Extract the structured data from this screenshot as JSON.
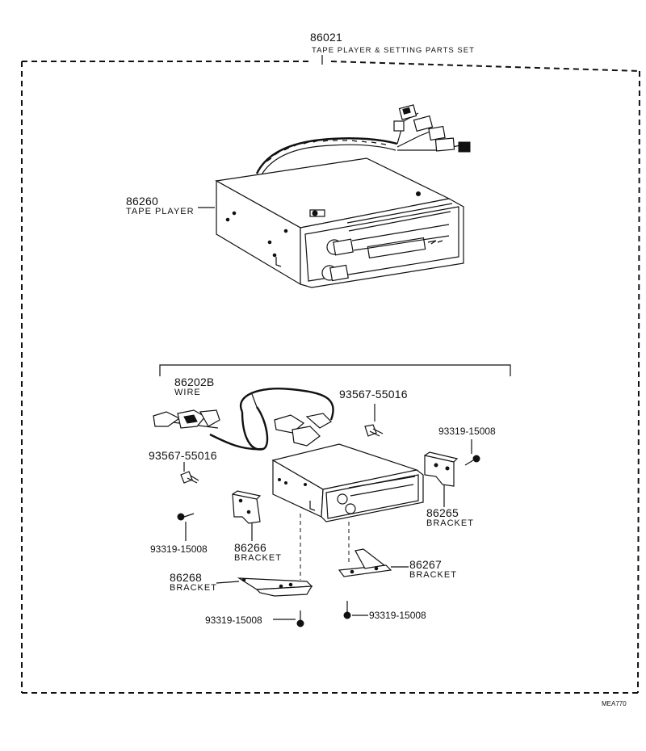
{
  "header": {
    "part_number": "86021",
    "part_name": "TAPE PLAYER & SETTING PARTS SET"
  },
  "callouts": {
    "tape_player": {
      "number": "86260",
      "name": "TAPE PLAYER"
    },
    "wire": {
      "number": "86202B",
      "name": "WIRE"
    },
    "screw_top": {
      "number": "93567-55016"
    },
    "screw_left": {
      "number": "93567-55016"
    },
    "bolt_right_top": {
      "number": "93319-15008"
    },
    "bolt_left": {
      "number": "93319-15008"
    },
    "bolt_bottom_left": {
      "number": "93319-15008"
    },
    "bolt_bottom_right": {
      "number": "93319-15008"
    },
    "bracket_86265": {
      "number": "86265",
      "name": "BRACKET"
    },
    "bracket_86266": {
      "number": "86266",
      "name": "BRACKET"
    },
    "bracket_86267": {
      "number": "86267",
      "name": "BRACKET"
    },
    "bracket_86268": {
      "number": "86268",
      "name": "BRACKET"
    }
  },
  "footer": {
    "diagram_code": "MEA770"
  }
}
